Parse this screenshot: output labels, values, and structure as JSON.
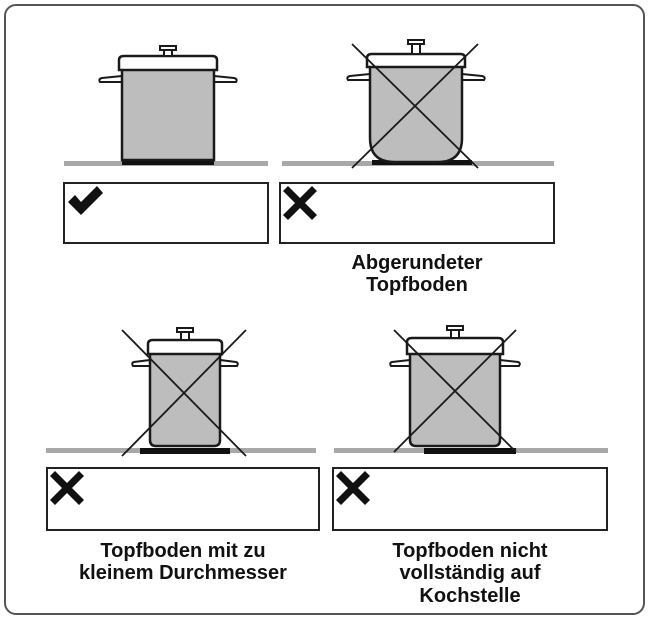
{
  "colors": {
    "pot_fill": "#bdbdbd",
    "outline": "#1a1a1a",
    "hob": "#a8a8a8",
    "burner": "#111111",
    "frame": "#555555"
  },
  "panels": [
    {
      "id": "flat-bottom",
      "verdict": "correct",
      "verdict_icon": "check-icon",
      "caption_lines": []
    },
    {
      "id": "rounded-bottom",
      "verdict": "wrong",
      "verdict_icon": "cross-icon",
      "caption_lines": [
        "Abgerundeter",
        "Topfboden"
      ]
    },
    {
      "id": "small-diameter",
      "verdict": "wrong",
      "verdict_icon": "cross-icon",
      "caption_lines": [
        "Topfboden mit zu",
        "kleinem Durchmesser"
      ]
    },
    {
      "id": "not-on-zone",
      "verdict": "wrong",
      "verdict_icon": "cross-icon",
      "caption_lines": [
        "Topfboden nicht",
        "vollständig auf",
        "Kochstelle"
      ]
    }
  ]
}
